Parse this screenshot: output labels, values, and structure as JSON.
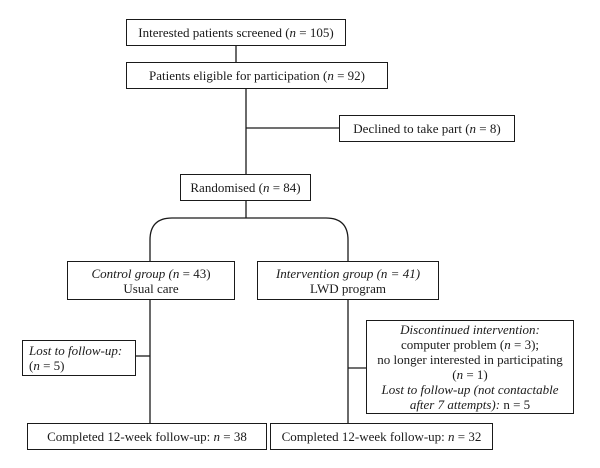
{
  "flowchart": {
    "screened": {
      "pre": "Interested patients screened (",
      "n": "n",
      "post": " = 105)"
    },
    "eligible": {
      "pre": "Patients eligible for participation (",
      "n": "n",
      "post": " = 92)"
    },
    "declined": {
      "pre": "Declined to take part (",
      "n": "n",
      "post": " = 8)"
    },
    "randomised": {
      "pre": "Randomised (",
      "n": "n",
      "post": " = 84)"
    },
    "control": {
      "title_italic": "Control group (",
      "n": "n",
      "title_post": " = 43)",
      "subtitle": "Usual care"
    },
    "intervention": {
      "title_italic": "Intervention group (",
      "n": "n",
      "title_post": " = 41)",
      "subtitle": "LWD program"
    },
    "control_lost": {
      "label": "Lost to follow-up:",
      "pre": "(",
      "n": "n",
      "post": " = 5)"
    },
    "intervention_discontinued": {
      "label": "Discontinued intervention:",
      "line2_pre": "computer problem (",
      "line2_n": "n",
      "line2_post": " = 3);",
      "line3": "no longer interested in participating",
      "line4_pre": "(",
      "line4_n": "n",
      "line4_post": " = 1)",
      "lost_label": "Lost to follow-up (not contactable",
      "lost_label2": "after 7 attempts):",
      "lost_value": " n = 5"
    },
    "control_completed": "Completed 12-week follow-up: ",
    "control_completed_n": "n",
    "control_completed_value": " = 38",
    "intervention_completed": "Completed 12-week follow-up: ",
    "intervention_completed_n": "n",
    "intervention_completed_value": " = 32"
  }
}
